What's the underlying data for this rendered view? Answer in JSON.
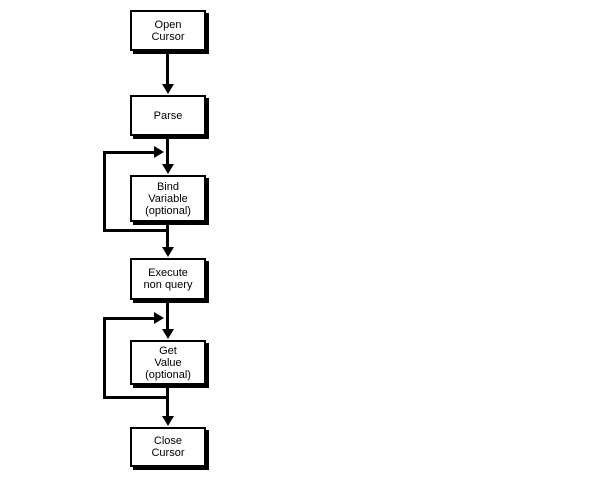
{
  "diagram": {
    "background_color": "#ffffff",
    "line_color": "#000000",
    "box_fill_color": "#ffffff",
    "box_border_color": "#000000",
    "box_shadow_color": "#000000",
    "nodes": [
      {
        "id": "open-cursor",
        "label": "Open\nCursor"
      },
      {
        "id": "parse",
        "label": "Parse"
      },
      {
        "id": "bind-variable",
        "label": "Bind\nVariable\n(optional)"
      },
      {
        "id": "execute-non-query",
        "label": "Execute\nnon query"
      },
      {
        "id": "get-value",
        "label": "Get\nValue\n(optional)"
      },
      {
        "id": "close-cursor",
        "label": "Close\nCursor"
      }
    ],
    "edges": [
      {
        "from": "open-cursor",
        "to": "parse",
        "type": "down-arrow"
      },
      {
        "from": "parse",
        "to": "bind-variable",
        "type": "down-arrow"
      },
      {
        "from": "bind-variable",
        "to": "bind-variable",
        "type": "loop-back"
      },
      {
        "from": "bind-variable",
        "to": "execute-non-query",
        "type": "down-arrow"
      },
      {
        "from": "execute-non-query",
        "to": "get-value",
        "type": "down-arrow"
      },
      {
        "from": "get-value",
        "to": "get-value",
        "type": "loop-back"
      },
      {
        "from": "get-value",
        "to": "close-cursor",
        "type": "down-arrow"
      }
    ]
  }
}
